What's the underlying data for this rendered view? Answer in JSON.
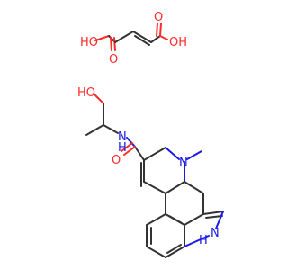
{
  "colors": {
    "bond": "#333333",
    "oxygen": "#ff2a2a",
    "nitrogen": "#1a1ae6"
  },
  "fumaric_acid": {
    "label_ho_left": "HO",
    "label_oh_right": "OH",
    "label_o_left": "O",
    "label_o_right": "O"
  },
  "ergoline_amide": {
    "label_ho": "HO",
    "label_nh_amide": "N",
    "label_h_amide": "H",
    "label_o_carbonyl": "O",
    "label_n_methyl": "N",
    "label_nh_indole": "N",
    "label_h_indole": "H"
  }
}
